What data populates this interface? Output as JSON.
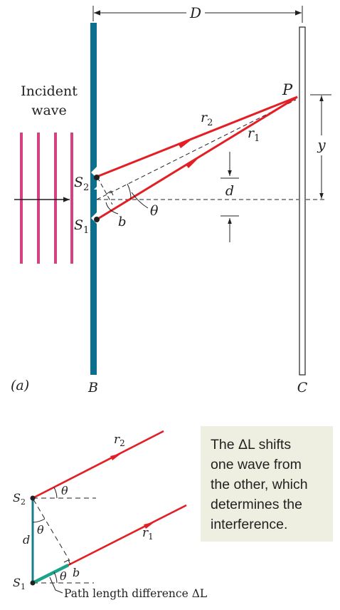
{
  "labels": {
    "D": "D",
    "P": "P",
    "incident_line1": "Incident",
    "incident_line2": "wave",
    "r2": "r",
    "r2_sub": "2",
    "r1": "r",
    "r1_sub": "1",
    "y": "y",
    "S2": "S",
    "S2_sub": "2",
    "S1": "S",
    "S1_sub": "1",
    "d": "d",
    "b": "b",
    "theta": "θ",
    "panel": "(a)",
    "B": "B",
    "C": "C"
  },
  "lower": {
    "r2": "r",
    "r2_sub": "2",
    "r1": "r",
    "r1_sub": "1",
    "S2": "S",
    "S2_sub": "2",
    "S1": "S",
    "S1_sub": "1",
    "d": "d",
    "b": "b",
    "theta": "θ",
    "path_label": "Path length difference ΔL"
  },
  "callout": {
    "line1": "The ΔL shifts",
    "line2": "one wave from",
    "line3": "the other, which",
    "line4": "determines the",
    "line5": "interference."
  },
  "colors": {
    "barrier": "#0d6f8e",
    "ray": "#e31e24",
    "wave": "#d6417f",
    "delta_segment": "#1aa38a",
    "callout_bg": "#eeefe1"
  }
}
